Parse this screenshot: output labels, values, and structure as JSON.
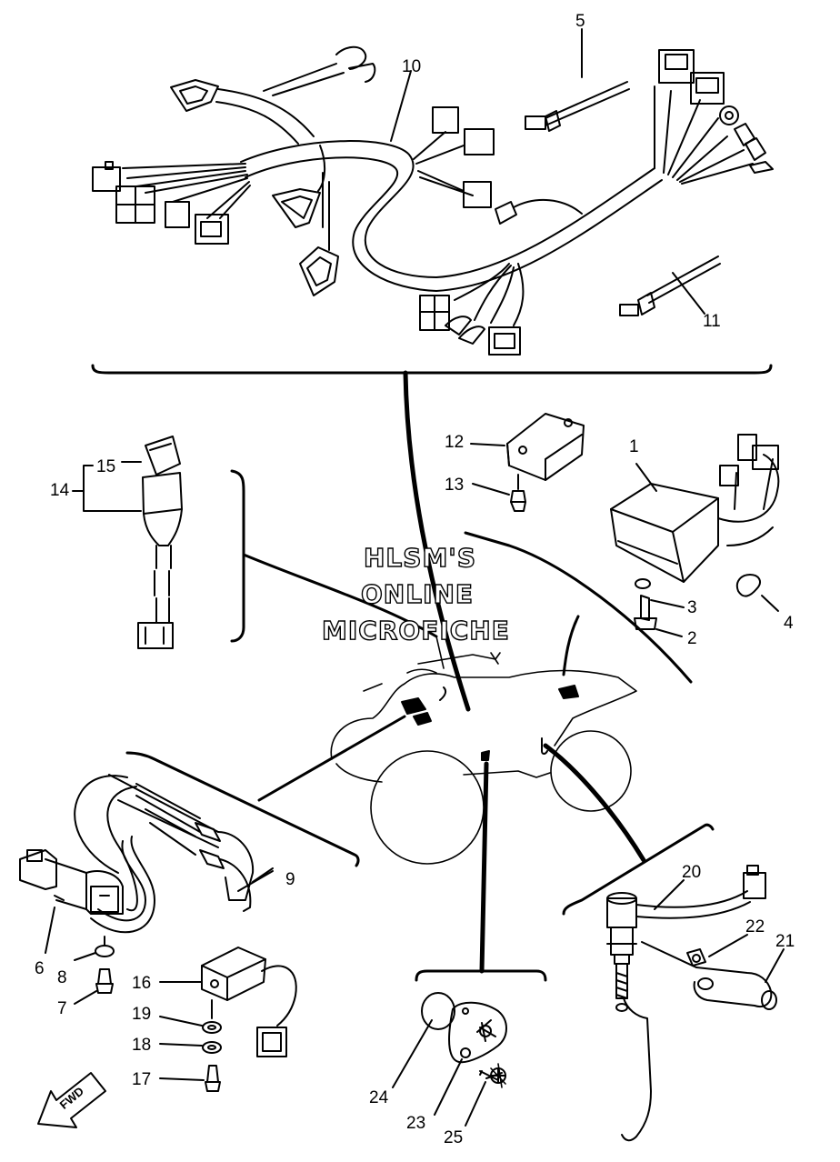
{
  "watermark": {
    "line1": "HLSM'S",
    "line2": "ONLINE",
    "line3": "MICROFICHE"
  },
  "fwd_label": "FWD",
  "callouts": {
    "p1": "1",
    "p2": "2",
    "p3": "3",
    "p4": "4",
    "p5": "5",
    "p6": "6",
    "p7": "7",
    "p8": "8",
    "p9": "9",
    "p10": "10",
    "p11": "11",
    "p12": "12",
    "p13": "13",
    "p14": "14",
    "p15": "15",
    "p16": "16",
    "p17": "17",
    "p18": "18",
    "p19": "19",
    "p20": "20",
    "p21": "21",
    "p22": "22",
    "p23": "23",
    "p24": "24",
    "p25": "25"
  }
}
